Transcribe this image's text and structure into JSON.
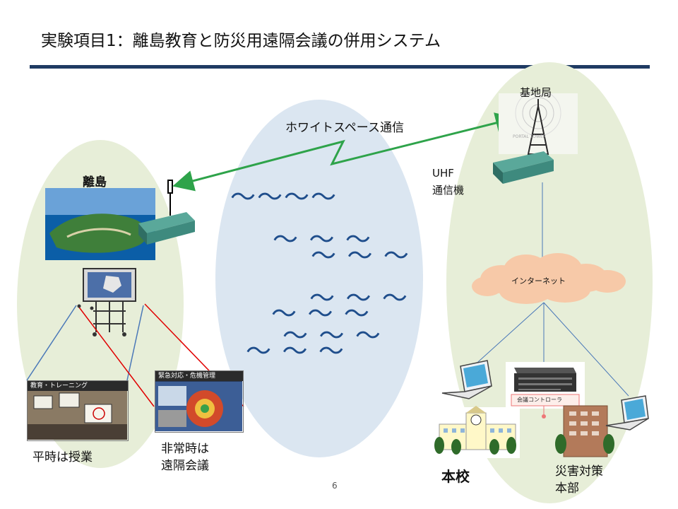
{
  "slide": {
    "title": "実験項目1：離島教育と防災用遠隔会議の併用システム",
    "page_number": "6"
  },
  "labels": {
    "island": "離島",
    "whitespace": "ホワイトスペース通信",
    "base_station": "基地局",
    "uhf_line1": "UHF",
    "uhf_line2": "通信機",
    "internet": "インターネット",
    "conference_controller": "会議コントローラ",
    "main_school": "本校",
    "disaster_line1": "災害対策",
    "disaster_line2": "本部",
    "normal_line1": "平時は授業",
    "emergency_line1": "非常時は",
    "emergency_line2": "遠隔会議",
    "thumb_training": "教育・トレーニング",
    "thumb_emergency": "緊急対応・危機管理",
    "tower_watermark": "PORTAL TOWER"
  },
  "waves": [
    "〜〜〜〜",
    "〜 〜 〜",
    "〜 〜 〜",
    "〜 〜 〜",
    "〜 〜 〜",
    "〜 〜 〜",
    "〜 〜 〜"
  ],
  "colors": {
    "title_rule": "#1f3b63",
    "ellipse_green": "#e7eed8",
    "ellipse_blue": "#dbe6f1",
    "arrow_green": "#2ea34a",
    "wave_blue": "#1f4e8c",
    "line_blue": "#4a78b8",
    "line_red": "#e00000",
    "cloud": "#f7c9a8"
  }
}
